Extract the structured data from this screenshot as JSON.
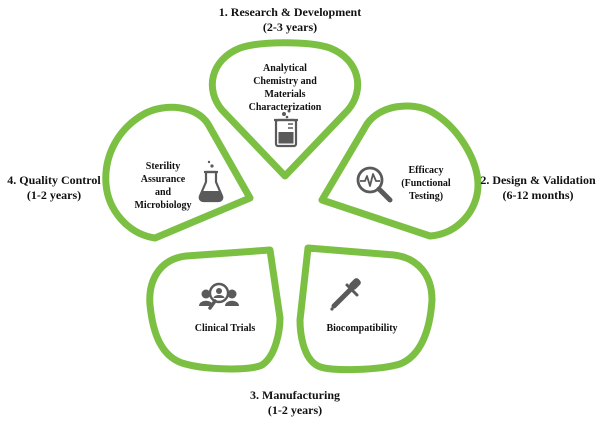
{
  "colors": {
    "ring": "#7bc043",
    "fill": "#ffffff",
    "icon": "#5a5a5a",
    "text": "#111111"
  },
  "stages": {
    "top": {
      "title": "1. Research & Development",
      "duration": "(2-3 years)"
    },
    "right": {
      "title": "2. Design & Validation",
      "duration": "(6-12 months)"
    },
    "bottom": {
      "title": "3. Manufacturing",
      "duration": "(1-2 years)"
    },
    "left": {
      "title": "4. Quality  Control",
      "duration": "(1-2 years)"
    }
  },
  "petals": {
    "top": {
      "lines": [
        "Analytical",
        "Chemistry and",
        "Materials",
        "Characterization"
      ],
      "icon": "beaker-icon"
    },
    "right": {
      "lines": [
        "Efficacy",
        "(Functional",
        "Testing)"
      ],
      "icon": "magnifier-heartbeat-icon"
    },
    "bottom_right": {
      "lines": [
        "Biocompatibility"
      ],
      "icon": "dropper-icon"
    },
    "bottom_left": {
      "lines": [
        "Clinical Trials"
      ],
      "icon": "people-search-icon"
    },
    "left": {
      "lines": [
        "Sterility",
        "Assurance",
        "and",
        "Microbiology"
      ],
      "icon": "flask-icon"
    }
  }
}
